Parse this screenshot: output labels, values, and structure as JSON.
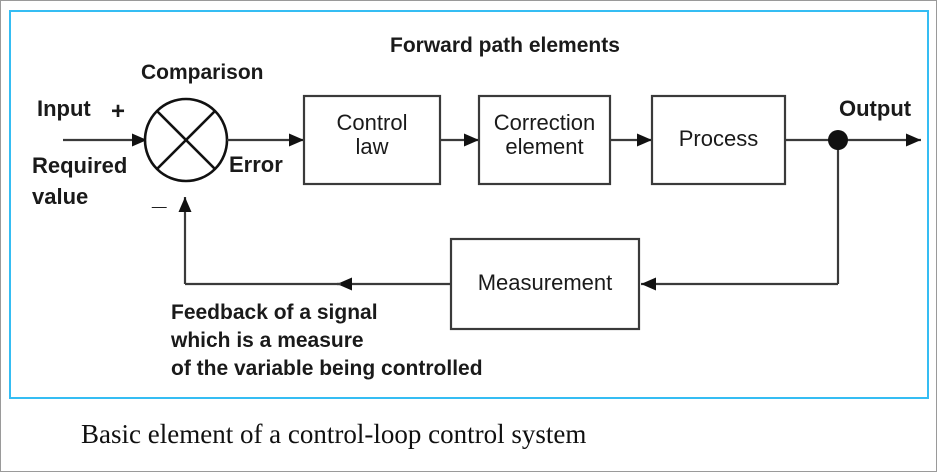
{
  "figure": {
    "caption": "Basic element of a control-loop control system",
    "frame_color": "#35bdf3",
    "line_color": "#3a3a3a",
    "text_color": "#1a1a1a",
    "background": "#ffffff"
  },
  "diagram": {
    "type": "block-diagram",
    "title": "Basic element of a control-loop control system",
    "annotations": {
      "forward_path": "Forward path elements",
      "comparison": "Comparison",
      "input": "Input",
      "required_line1": "Required",
      "required_line2": "value",
      "error": "Error",
      "output": "Output",
      "plus_sign": "+",
      "minus_sign": "_",
      "feedback_line1": "Feedback of a signal",
      "feedback_line2": "which is a measure",
      "feedback_line3": "of the variable being controlled"
    },
    "blocks": [
      {
        "id": "control-law",
        "line1": "Control",
        "line2": "law"
      },
      {
        "id": "correction-element",
        "line1": "Correction",
        "line2": "element"
      },
      {
        "id": "process",
        "line1": "Process",
        "line2": ""
      },
      {
        "id": "measurement",
        "line1": "Measurement",
        "line2": ""
      }
    ],
    "junctions": [
      {
        "id": "summing-junction",
        "shape": "circle-with-cross",
        "inputs": [
          "+",
          "_"
        ]
      },
      {
        "id": "output-takeoff-node",
        "shape": "filled-dot"
      }
    ],
    "signal_flow": [
      "Input / Required value -> summing junction (+)",
      "summing junction -> Error -> Control law",
      "Control law -> Correction element",
      "Correction element -> Process",
      "Process -> Output takeoff node -> Output",
      "Output takeoff node -> Measurement",
      "Measurement -> summing junction (_)"
    ]
  }
}
